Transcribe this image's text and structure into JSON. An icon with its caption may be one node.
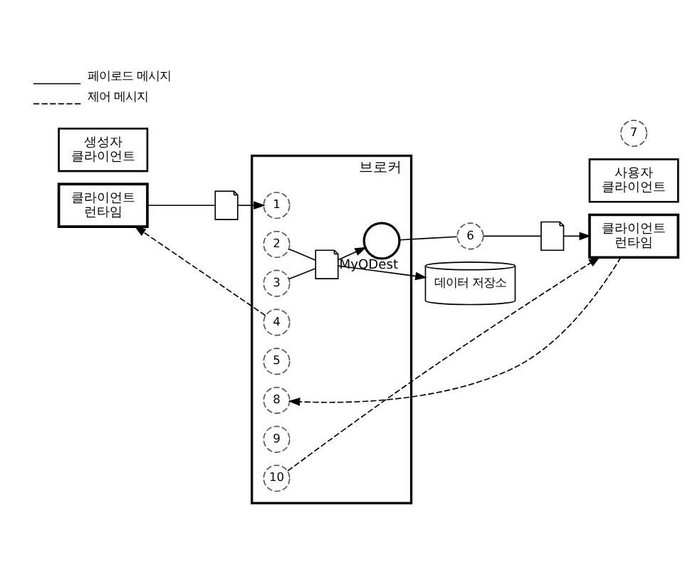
{
  "diagram": {
    "nodes": [
      {
        "text": [
          "생성자 클라이언트"
        ]
      },
      {
        "text": [
          "클라이언트 런타임"
        ]
      },
      {
        "text": [],
        "shape": "document"
      },
      {
        "text": [
          "브로커"
        ]
      },
      {
        "text": [
          "1"
        ],
        "in": 3
      },
      {
        "text": [
          "2"
        ],
        "in": 3
      },
      {
        "text": [
          "3"
        ],
        "in": 3
      },
      {
        "text": [],
        "shape": "document",
        "in": 3
      },
      {
        "text": [
          "4"
        ],
        "in": 3
      },
      {
        "text": [],
        "shape": "circle",
        "beside": [
          "MyQDest"
        ],
        "in": 3
      },
      {
        "text": [
          "5"
        ],
        "in": 3
      },
      {
        "text": [
          "8"
        ],
        "in": 3
      },
      {
        "text": [
          "9"
        ],
        "in": 3
      },
      {
        "text": [
          "10"
        ],
        "in": 3
      },
      {
        "text": [
          "데이터 저장소"
        ]
      },
      {
        "text": [
          "6"
        ]
      },
      {
        "text": [],
        "shape": "document"
      },
      {
        "text": [
          "사용자 클라이언트"
        ]
      },
      {
        "text": [
          "7"
        ]
      },
      {
        "text": [
          "클라이언트 런타임"
        ]
      }
    ],
    "edges": [
      {
        "from": 1,
        "to": 2,
        "arrow": "none"
      },
      {
        "from": 2,
        "to": 4,
        "arrow": "to"
      },
      {
        "from": 5,
        "to": 7,
        "arrow": "none"
      },
      {
        "from": 6,
        "to": 7,
        "arrow": "none"
      },
      {
        "from": 7,
        "to": 14,
        "arrow": "to"
      },
      {
        "from": 7,
        "to": 9,
        "arrow": "to"
      },
      {
        "from": 8,
        "to": 1,
        "arrow": "to",
        "style": "dashed"
      },
      {
        "from": 9,
        "to": 15,
        "arrow": "none"
      },
      {
        "from": 15,
        "to": 16,
        "arrow": "none"
      },
      {
        "from": 16,
        "to": 19,
        "arrow": "to"
      },
      {
        "from": 19,
        "to": 11,
        "arrow": "to",
        "style": "dashed"
      },
      {
        "from": 13,
        "to": 19,
        "arrow": "to",
        "style": "dashed"
      }
    ],
    "legend": [
      {
        "text": "페이로드 메시지"
      },
      {
        "text": "제어 메시지"
      }
    ]
  }
}
